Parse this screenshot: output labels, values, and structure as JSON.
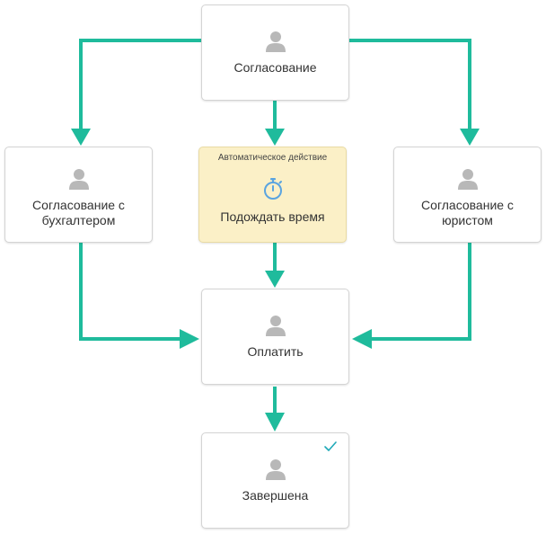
{
  "colors": {
    "connector": "#1fbb9c",
    "person_icon": "#b8b8b8",
    "timer_icon": "#5aa4e0",
    "check_icon": "#1fa9b8",
    "auto_node_fill": "#fbf0c7"
  },
  "nodes": {
    "approval": {
      "label": "Согласование",
      "icon": "person-icon"
    },
    "accountant": {
      "label": "Согласование с\nбухгалтером",
      "icon": "person-icon"
    },
    "wait": {
      "caption": "Автоматическое действие",
      "label": "Подождать время",
      "icon": "stopwatch-icon"
    },
    "lawyer": {
      "label": "Согласование с\nюристом",
      "icon": "person-icon"
    },
    "pay": {
      "label": "Оплатить",
      "icon": "person-icon"
    },
    "done": {
      "label": "Завершена",
      "icon": "person-icon",
      "status_icon": "checkmark-icon"
    }
  }
}
